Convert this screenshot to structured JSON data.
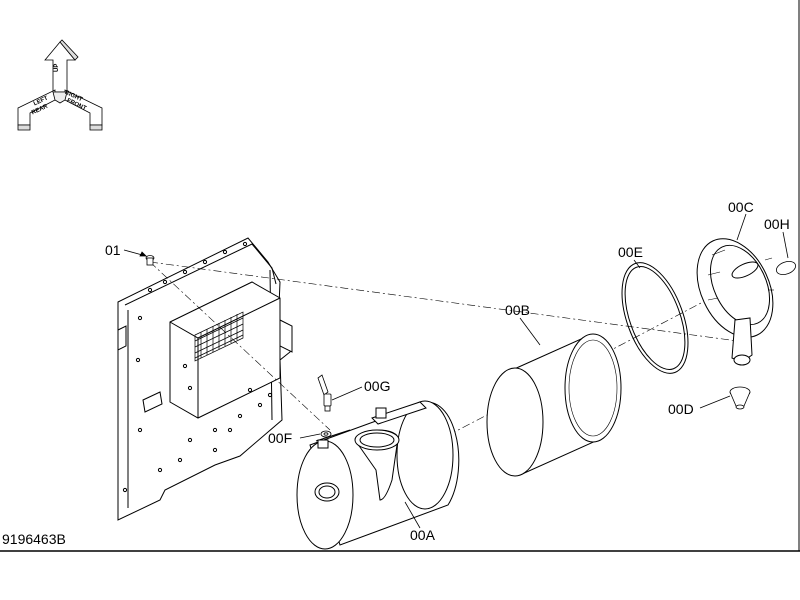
{
  "diagram": {
    "drawing_number": "9196463B",
    "callouts": {
      "p01": "01",
      "p00A": "00A",
      "p00B": "00B",
      "p00C": "00C",
      "p00D": "00D",
      "p00E": "00E",
      "p00F": "00F",
      "p00G": "00G",
      "p00H": "00H"
    },
    "orientation": {
      "up": "UP",
      "left": "LEFT",
      "rear": "REAR",
      "right": "RIGHT",
      "front": "FRONT"
    }
  }
}
